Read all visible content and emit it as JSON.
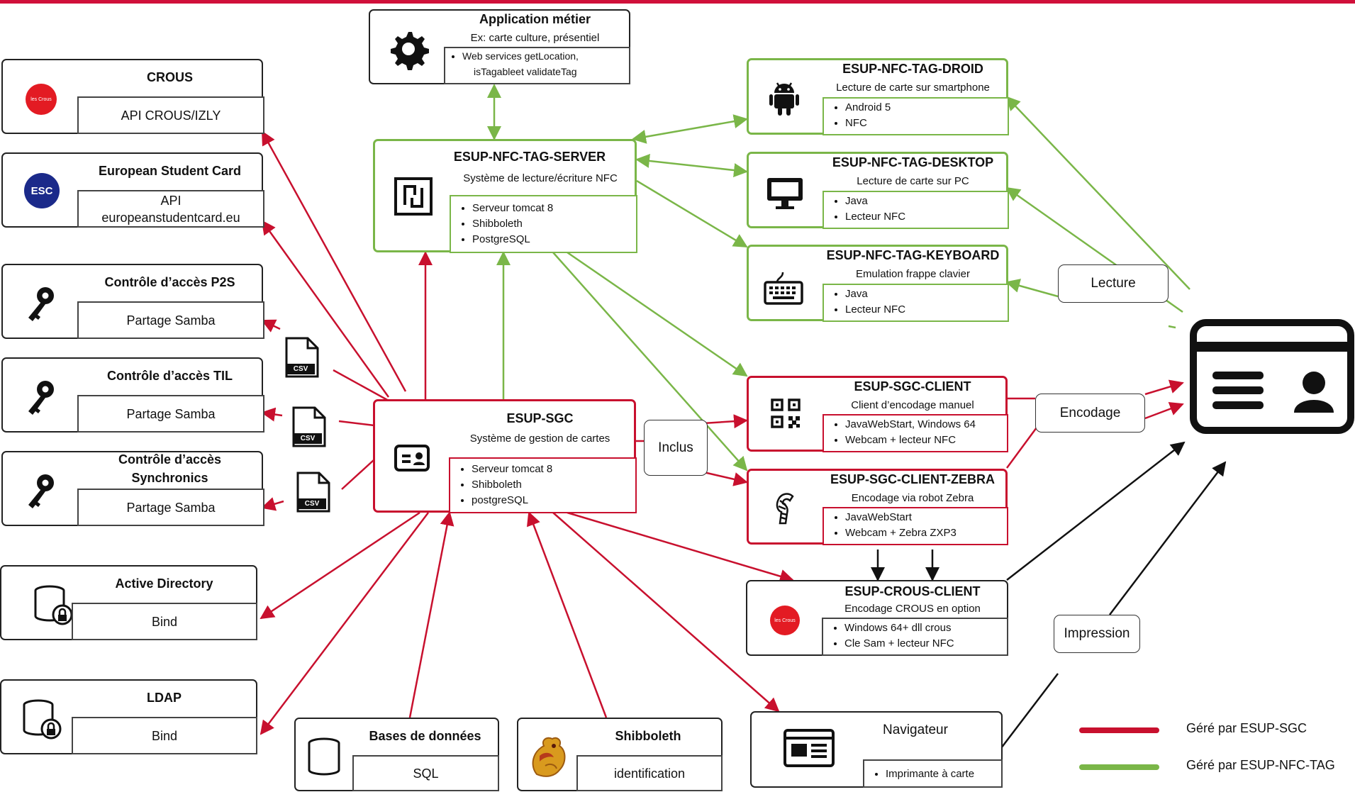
{
  "boxes": {
    "app_metier": {
      "title": "Application métier",
      "sub": "Ex: carte culture, présentiel",
      "items": [
        "Web services getLocation,",
        "isTagableet validateTag"
      ]
    },
    "crous": {
      "title": "CROUS",
      "inner": "API CROUS/IZLY",
      "logo": "les Crous"
    },
    "esc": {
      "title": "European Student Card",
      "inner1": "API",
      "inner2": "europeanstudentcard.eu",
      "logo": "ESC"
    },
    "p2s": {
      "title": "Contrôle d’accès P2S",
      "inner": "Partage Samba"
    },
    "til": {
      "title": "Contrôle d’accès TIL",
      "inner": "Partage Samba"
    },
    "sync": {
      "title1": "Contrôle d’accès",
      "title2": "Synchronics",
      "inner": "Partage Samba"
    },
    "ad": {
      "title": "Active Directory",
      "inner": "Bind"
    },
    "ldap": {
      "title": "LDAP",
      "inner": "Bind"
    },
    "bdd": {
      "title": "Bases de données",
      "inner": "SQL"
    },
    "shib": {
      "title": "Shibboleth",
      "inner": "identification"
    },
    "server": {
      "title": "ESUP-NFC-TAG-SERVER",
      "sub": "Système de lecture/écriture NFC",
      "items": [
        "Serveur tomcat 8",
        "Shibboleth",
        "PostgreSQL"
      ]
    },
    "sgc": {
      "title": "ESUP-SGC",
      "sub": "Système de gestion de cartes",
      "items": [
        "Serveur tomcat 8",
        "Shibboleth",
        "postgreSQL"
      ]
    },
    "droid": {
      "title": "ESUP-NFC-TAG-DROID",
      "sub": "Lecture de carte sur smartphone",
      "items": [
        "Android 5",
        "NFC"
      ]
    },
    "desktop": {
      "title": "ESUP-NFC-TAG-DESKTOP",
      "sub": "Lecture de carte sur PC",
      "items": [
        "Java",
        "Lecteur NFC"
      ]
    },
    "keyboard": {
      "title": "ESUP-NFC-TAG-KEYBOARD",
      "sub": "Emulation frappe clavier",
      "items": [
        "Java",
        "Lecteur NFC"
      ]
    },
    "client": {
      "title": "ESUP-SGC-CLIENT",
      "sub": "Client d’encodage manuel",
      "items": [
        "JavaWebStart, Windows 64",
        "Webcam + lecteur NFC"
      ]
    },
    "zebra": {
      "title": "ESUP-SGC-CLIENT-ZEBRA",
      "sub": "Encodage via robot Zebra",
      "items": [
        "JavaWebStart",
        "Webcam + Zebra ZXP3"
      ]
    },
    "crous_client": {
      "title": "ESUP-CROUS-CLIENT",
      "sub": "Encodage CROUS en option",
      "items": [
        "Windows 64+ dll crous",
        "Cle Sam + lecteur NFC"
      ],
      "logo": "les Crous"
    },
    "navigateur": {
      "title": "Navigateur",
      "items": [
        "Imprimante à carte"
      ]
    }
  },
  "pills": {
    "inclus": "Inclus",
    "lecture": "Lecture",
    "encodage": "Encodage",
    "impression": "Impression"
  },
  "csv_label": "CSV",
  "legend": {
    "red": "Géré par ESUP-SGC",
    "green": "Géré par ESUP-NFC-TAG"
  },
  "colors": {
    "red": "#c8102e",
    "green": "#7ab648",
    "black": "#111111"
  }
}
